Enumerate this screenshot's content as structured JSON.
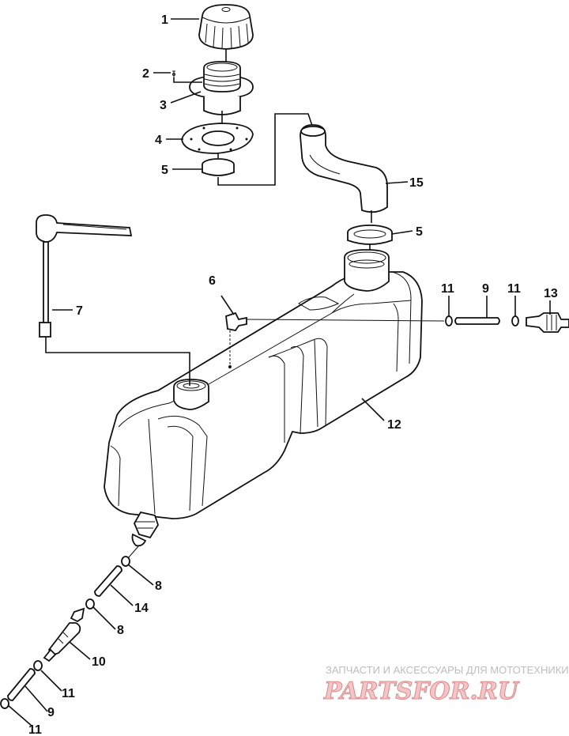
{
  "callouts": {
    "c1": "1",
    "c2": "2",
    "c3": "3",
    "c4": "4",
    "c5a": "5",
    "c5b": "5",
    "c6": "6",
    "c7": "7",
    "c8a": "8",
    "c8b": "8",
    "c9a": "9",
    "c9b": "9",
    "c10": "10",
    "c11a": "11",
    "c11b": "11",
    "c11c": "11",
    "c11d": "11",
    "c12": "12",
    "c13": "13",
    "c14": "14",
    "c15": "15"
  },
  "watermark": {
    "tagline": "ЗАПЧАСТИ И АКСЕССУАРЫ ДЛЯ МОТОТЕХНИКИ",
    "logo": "PARTSFOR.RU"
  },
  "colors": {
    "line": "#111111",
    "watermark_text": "#bdbdbd",
    "logo_fill": "#f2c6c6",
    "logo_stroke": "#d98a8a"
  }
}
